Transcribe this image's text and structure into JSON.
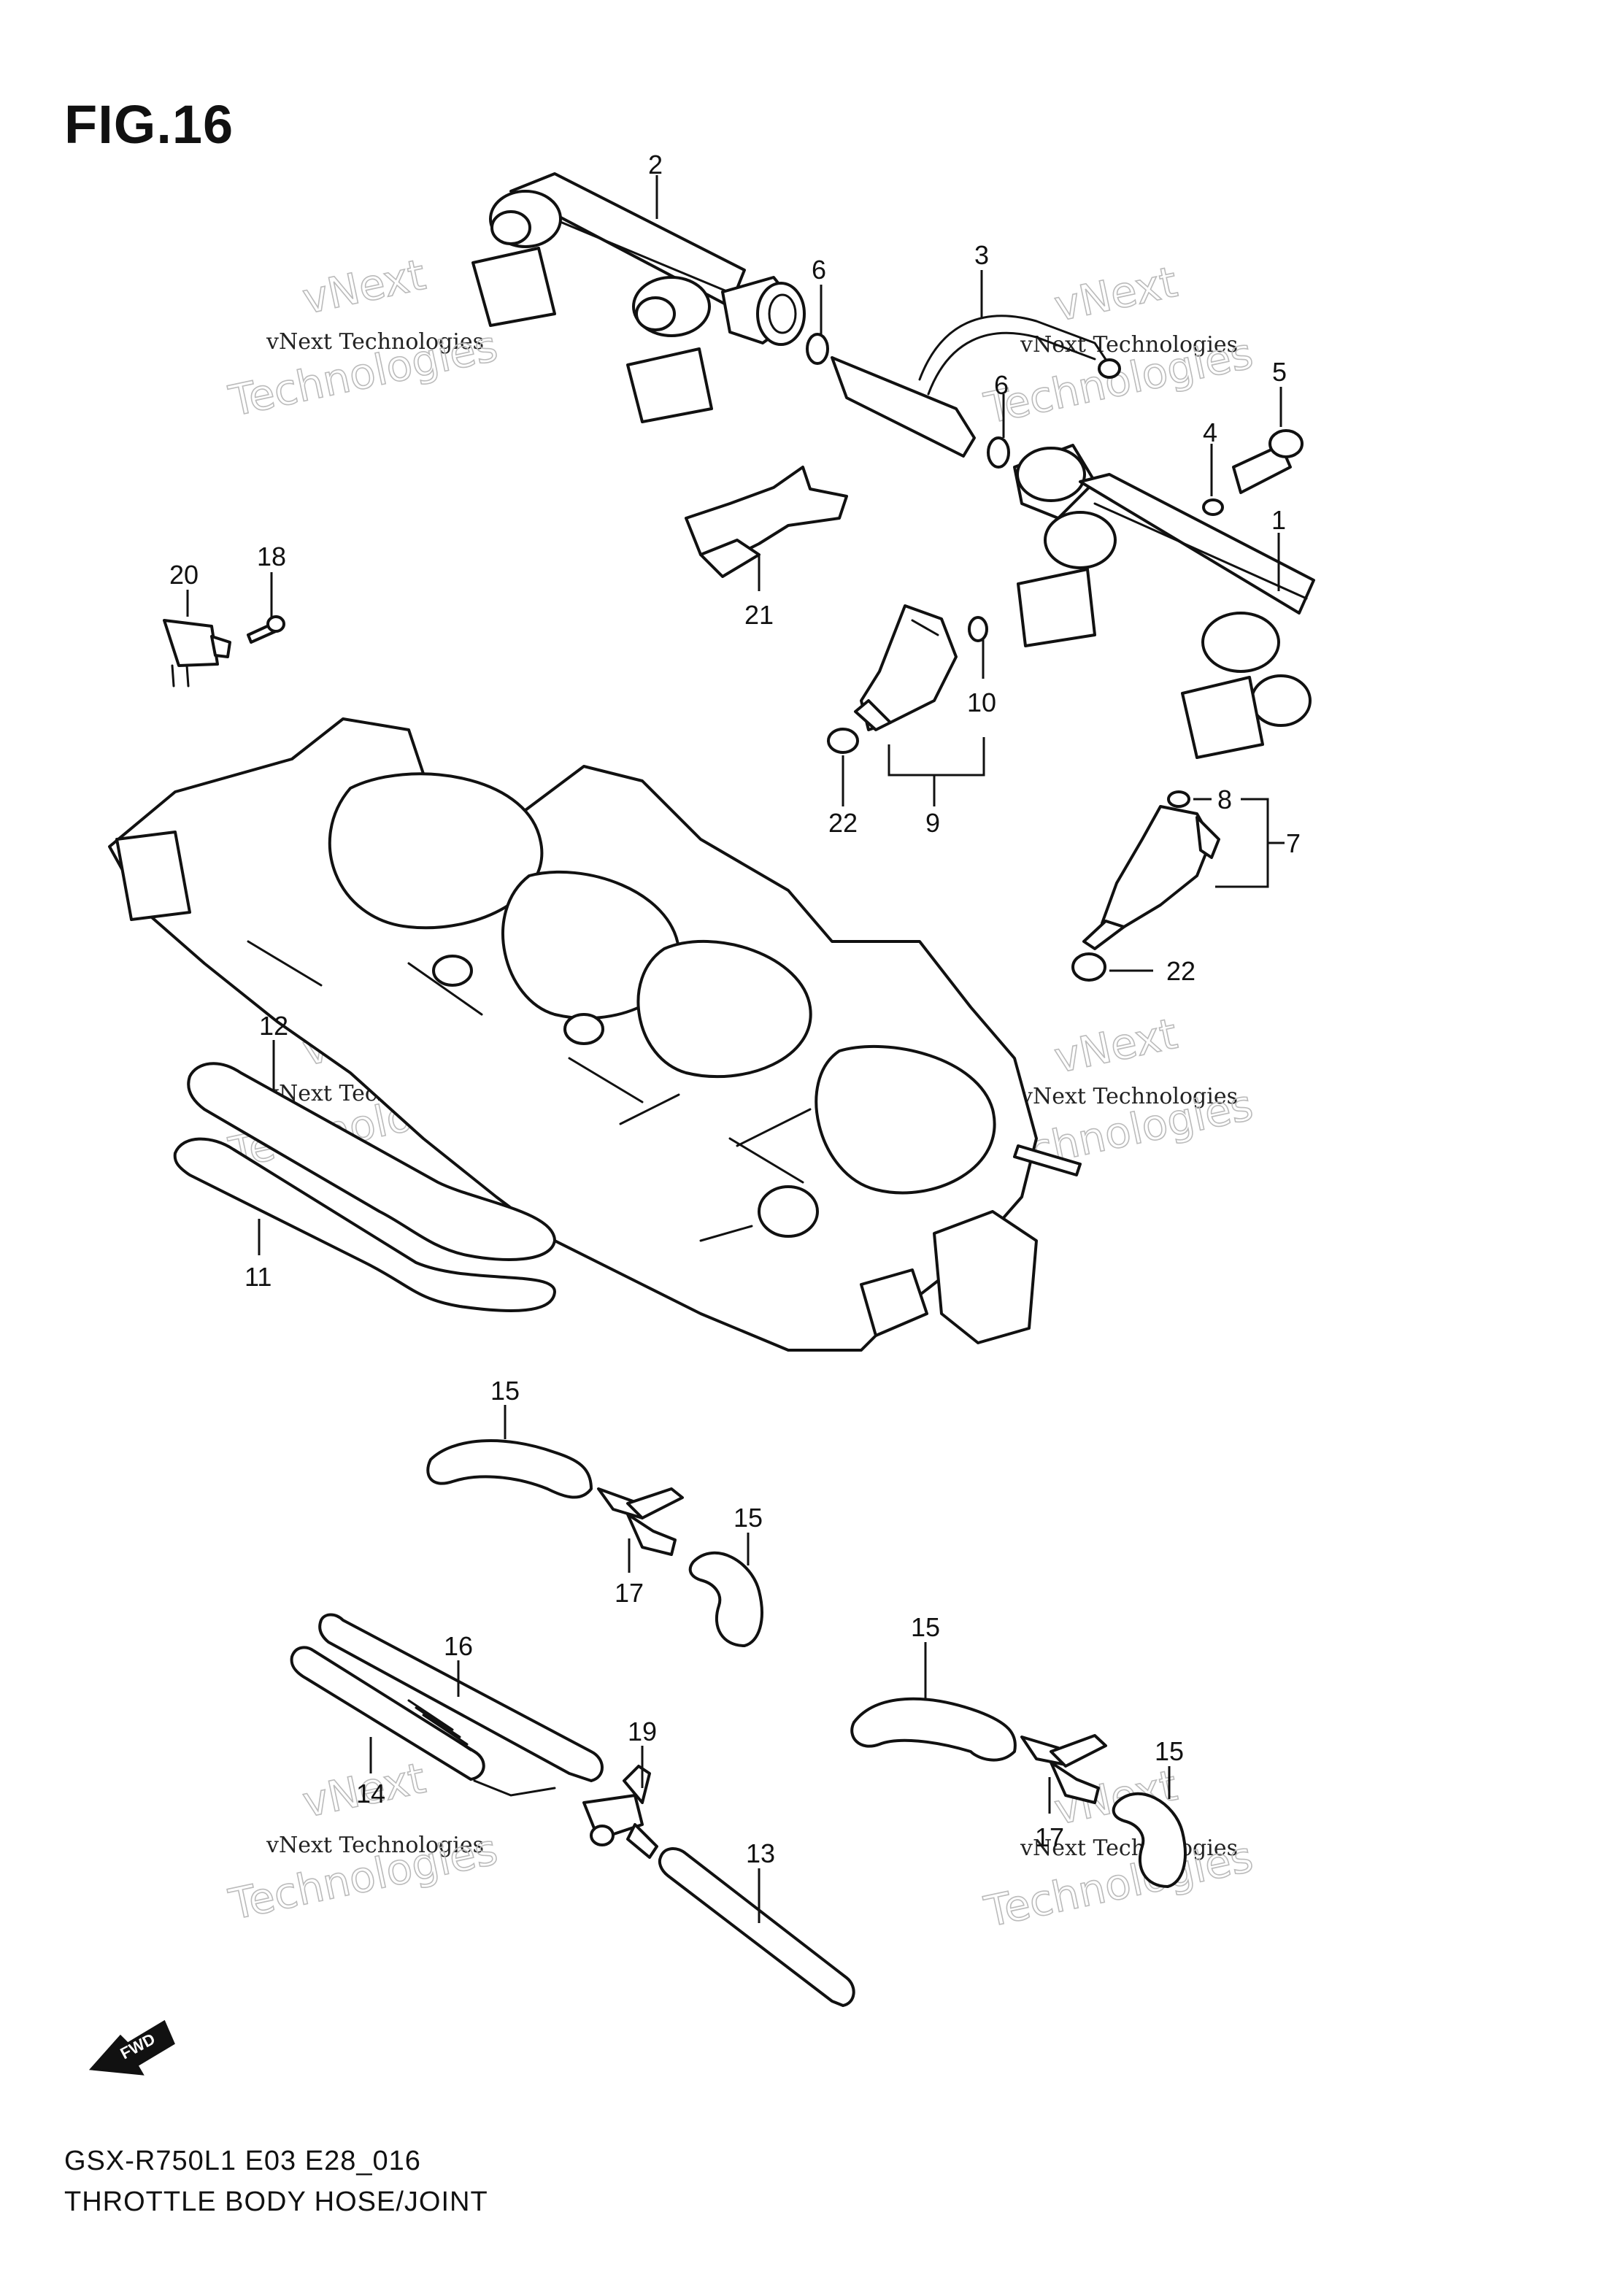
{
  "figure": {
    "title": "FIG.16",
    "model_code": "GSX-R750L1 E03 E28_016",
    "section_name": "THROTTLE BODY HOSE/JOINT"
  },
  "watermark": {
    "brand_line": "vNext Technologies",
    "large_word": "Technologies",
    "logo_word": "vNext"
  },
  "fwd_badge": "FWD",
  "callouts": [
    {
      "id": "c2",
      "label": "2"
    },
    {
      "id": "c6a",
      "label": "6"
    },
    {
      "id": "c3",
      "label": "3"
    },
    {
      "id": "c6b",
      "label": "6"
    },
    {
      "id": "c5",
      "label": "5"
    },
    {
      "id": "c4",
      "label": "4"
    },
    {
      "id": "c1",
      "label": "1"
    },
    {
      "id": "c20",
      "label": "20"
    },
    {
      "id": "c18",
      "label": "18"
    },
    {
      "id": "c21",
      "label": "21"
    },
    {
      "id": "c10",
      "label": "10"
    },
    {
      "id": "c22a",
      "label": "22"
    },
    {
      "id": "c9",
      "label": "9"
    },
    {
      "id": "c8",
      "label": "8"
    },
    {
      "id": "c7",
      "label": "7"
    },
    {
      "id": "c22b",
      "label": "22"
    },
    {
      "id": "c12",
      "label": "12"
    },
    {
      "id": "c11",
      "label": "11"
    },
    {
      "id": "c15a",
      "label": "15"
    },
    {
      "id": "c15b",
      "label": "15"
    },
    {
      "id": "c17a",
      "label": "17"
    },
    {
      "id": "c16",
      "label": "16"
    },
    {
      "id": "c15c",
      "label": "15"
    },
    {
      "id": "c19",
      "label": "19"
    },
    {
      "id": "c14",
      "label": "14"
    },
    {
      "id": "c15d",
      "label": "15"
    },
    {
      "id": "c17b",
      "label": "17"
    },
    {
      "id": "c13",
      "label": "13"
    }
  ]
}
